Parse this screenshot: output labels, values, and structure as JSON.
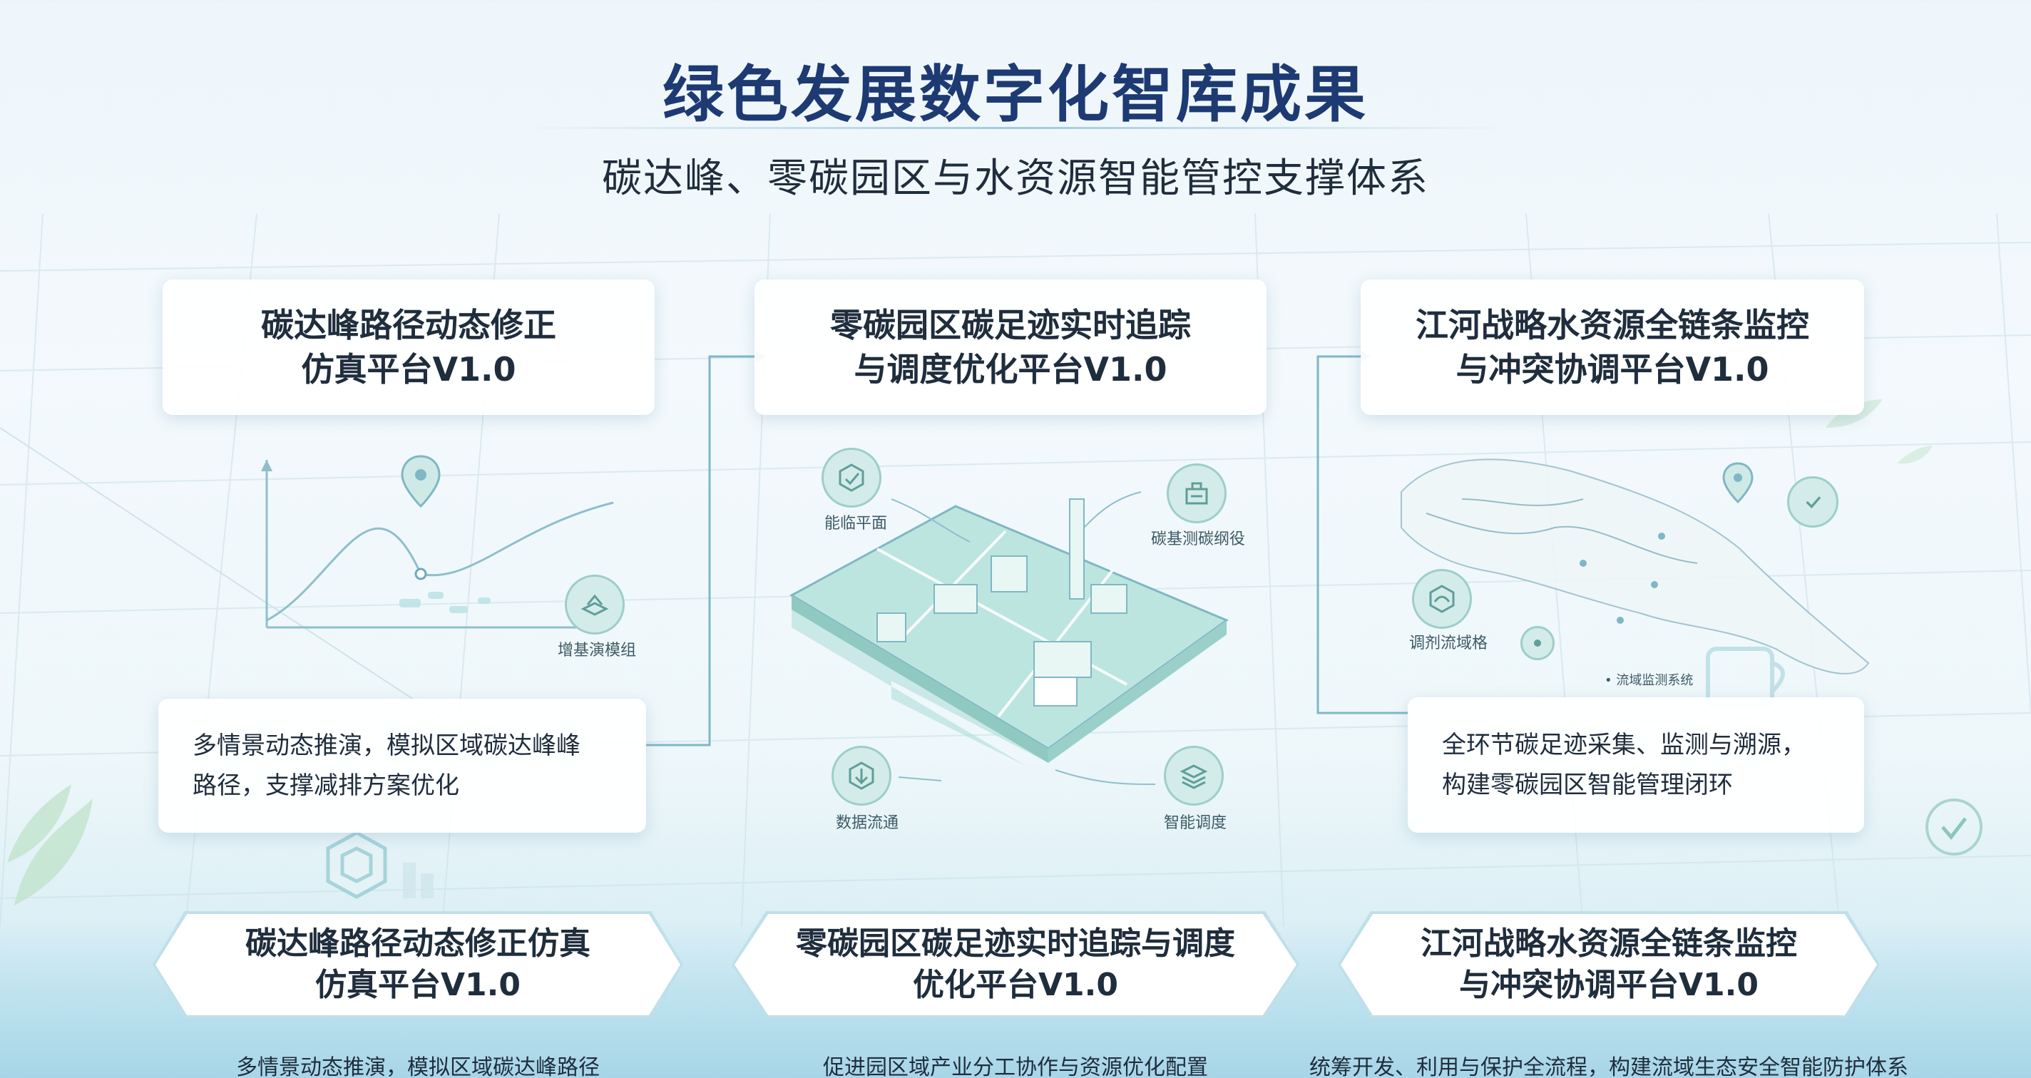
{
  "title": "绿色发展数字化智库成果",
  "subtitle": "碳达峰、零碳园区与水资源智能管控支撑体系",
  "top_cards": [
    {
      "line1": "碳达峰路径动态修正",
      "line2": "仿真平台V1.0"
    },
    {
      "line1": "零碳园区碳足迹实时追踪",
      "line2": "与调度优化平台V1.0"
    },
    {
      "line1": "江河战略水资源全链条监控",
      "line2": "与冲突协调平台V1.0"
    }
  ],
  "desc_cards": [
    {
      "line1": "多情景动态推演，模拟区域碳达峰峰",
      "line2": "路径，支撑减排方案优化"
    },
    {
      "line1": "全环节碳足迹采集、监测与溯源，",
      "line2": "构建零碳园区智能管理闭环"
    }
  ],
  "icon_labels": {
    "left": "增基演模组",
    "center_tl": "能临平面",
    "center_tr": "碳基测碳纲役",
    "center_bl": "数据流通",
    "center_br": "智能调度",
    "right": "调剂流域格",
    "right_small": "• 流域监测系统"
  },
  "bottom_cards": [
    {
      "line1": "碳达峰路径动态修正仿真",
      "line2": "仿真平台V1.0",
      "caption": "多情景动态推演，模拟区域碳达峰路径"
    },
    {
      "line1": "零碳园区碳足迹实时追踪与调度",
      "line2": "优化平台V1.0",
      "caption": "促进园区域产业分工协作与资源优化配置"
    },
    {
      "line1": "江河战略水资源全链条监控",
      "line2": "与冲突协调平台V1.0",
      "caption": "统筹开发、利用与保护全流程，构建流域生态安全智能防护体系"
    }
  ],
  "colors": {
    "title": "#1d3a73",
    "teal": "#7fc4bc",
    "teal_light": "#d3ece9",
    "line": "#6fa9b8"
  }
}
